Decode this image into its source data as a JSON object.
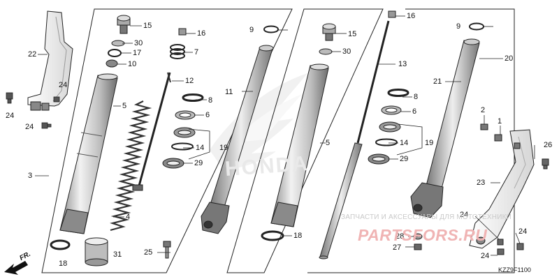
{
  "diagram": {
    "part_code": "KZZ9F1100",
    "direction_label": "FR.",
    "watermark_logo_text": "HONDA",
    "watermark": {
      "caption": "ЗАПЧАСТИ И АКСЕССУАРЫ ДЛЯ МОТОТЕХНИКИ",
      "brand": "PARTSFORS.RU"
    },
    "callouts": [
      {
        "id": "c15a",
        "text": "15"
      },
      {
        "id": "c30a",
        "text": "30"
      },
      {
        "id": "c17",
        "text": "17"
      },
      {
        "id": "c10",
        "text": "10"
      },
      {
        "id": "c22",
        "text": "22"
      },
      {
        "id": "c24a",
        "text": "24"
      },
      {
        "id": "c24b",
        "text": "24"
      },
      {
        "id": "c24c",
        "text": "24"
      },
      {
        "id": "c5a",
        "text": "5"
      },
      {
        "id": "c3",
        "text": "3"
      },
      {
        "id": "c4",
        "text": "4"
      },
      {
        "id": "c18a",
        "text": "18"
      },
      {
        "id": "c31",
        "text": "31"
      },
      {
        "id": "c16a",
        "text": "16"
      },
      {
        "id": "c7",
        "text": "7"
      },
      {
        "id": "c12",
        "text": "12"
      },
      {
        "id": "c8a",
        "text": "8"
      },
      {
        "id": "c6a",
        "text": "6"
      },
      {
        "id": "c14a",
        "text": "14"
      },
      {
        "id": "c19a",
        "text": "19"
      },
      {
        "id": "c29a",
        "text": "29"
      },
      {
        "id": "c25",
        "text": "25"
      },
      {
        "id": "c9a",
        "text": "9"
      },
      {
        "id": "c11",
        "text": "11"
      },
      {
        "id": "c16b",
        "text": "16"
      },
      {
        "id": "c15b",
        "text": "15"
      },
      {
        "id": "c30b",
        "text": "30"
      },
      {
        "id": "c13",
        "text": "13"
      },
      {
        "id": "c5b",
        "text": "5"
      },
      {
        "id": "c18b",
        "text": "18"
      },
      {
        "id": "c8b",
        "text": "8"
      },
      {
        "id": "c6b",
        "text": "6"
      },
      {
        "id": "c14b",
        "text": "14"
      },
      {
        "id": "c19b",
        "text": "19"
      },
      {
        "id": "c29b",
        "text": "29"
      },
      {
        "id": "c9b",
        "text": "9"
      },
      {
        "id": "c20",
        "text": "20"
      },
      {
        "id": "c21",
        "text": "21"
      },
      {
        "id": "c2",
        "text": "2"
      },
      {
        "id": "c1",
        "text": "1"
      },
      {
        "id": "c26",
        "text": "26"
      },
      {
        "id": "c23",
        "text": "23"
      },
      {
        "id": "c24d",
        "text": "24"
      },
      {
        "id": "c24e",
        "text": "24"
      },
      {
        "id": "c24f",
        "text": "24"
      },
      {
        "id": "c28",
        "text": "28"
      },
      {
        "id": "c27",
        "text": "27"
      }
    ]
  }
}
